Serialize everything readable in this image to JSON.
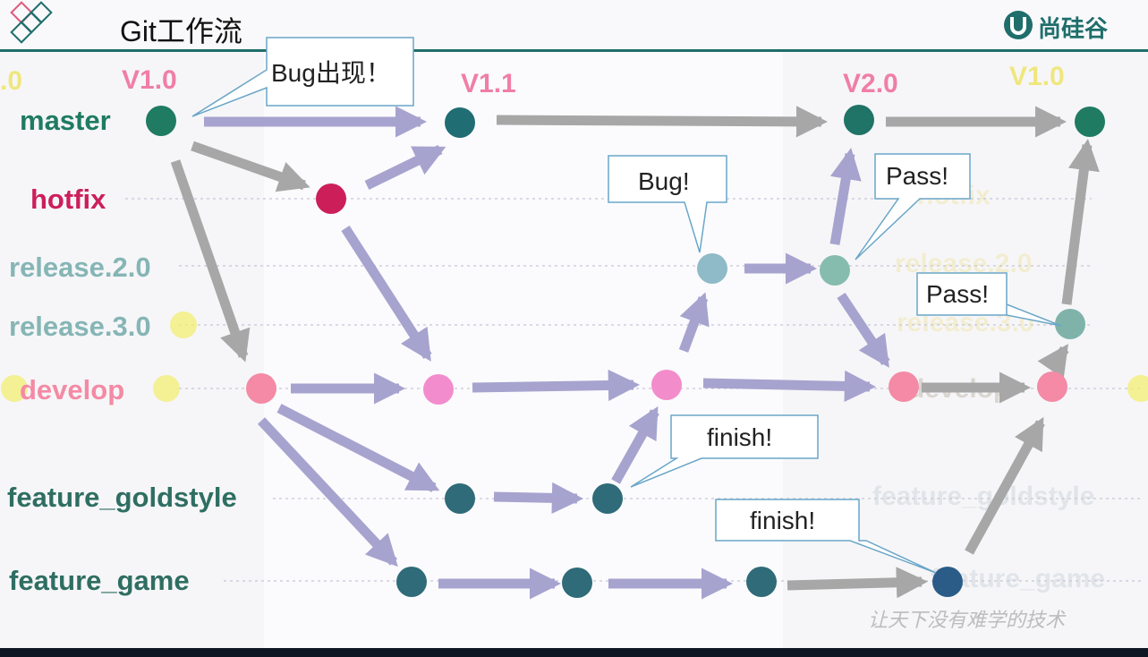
{
  "title": "Git工作流",
  "brand": {
    "name": "尚硅谷",
    "logo_icon": "u-logo-icon"
  },
  "motto": "让天下没有难学的技术",
  "colors": {
    "master": "#1f7b62",
    "hotfix": "#cc1f5a",
    "release": "#86b5b5",
    "develop": "#f48aa5",
    "feature": "#2f7479",
    "arrow": "#a7a3cf",
    "arrow_gray": "#a7a7a7"
  },
  "lanes": [
    {
      "id": "master",
      "label": "master",
      "color": "#1f7b62"
    },
    {
      "id": "hotfix",
      "label": "hotfix",
      "color": "#cc1f5a"
    },
    {
      "id": "release20",
      "label": "release.2.0",
      "color": "#86b5b5"
    },
    {
      "id": "release30",
      "label": "release.3.0",
      "color": "#86b5b5"
    },
    {
      "id": "develop",
      "label": "develop",
      "color": "#f48aa5"
    },
    {
      "id": "feature_goldstyle",
      "label": "feature_goldstyle",
      "color": "#2f6e62"
    },
    {
      "id": "feature_game",
      "label": "feature_game",
      "color": "#2f6e62"
    }
  ],
  "versions": [
    {
      "label": "V1.0"
    },
    {
      "label": "V1.1"
    },
    {
      "label": "V2.0"
    },
    {
      "label": "V1.0"
    }
  ],
  "callouts": [
    {
      "text": "Bug出现！"
    },
    {
      "text": "Bug!"
    },
    {
      "text": "Pass!"
    },
    {
      "text": "Pass!"
    },
    {
      "text": "finish!"
    },
    {
      "text": "finish!"
    }
  ],
  "ghost_texts": [
    "hotfix",
    "release.2.0",
    "release.3.0",
    "develop",
    "feature_goldstyle",
    "feature_game"
  ]
}
